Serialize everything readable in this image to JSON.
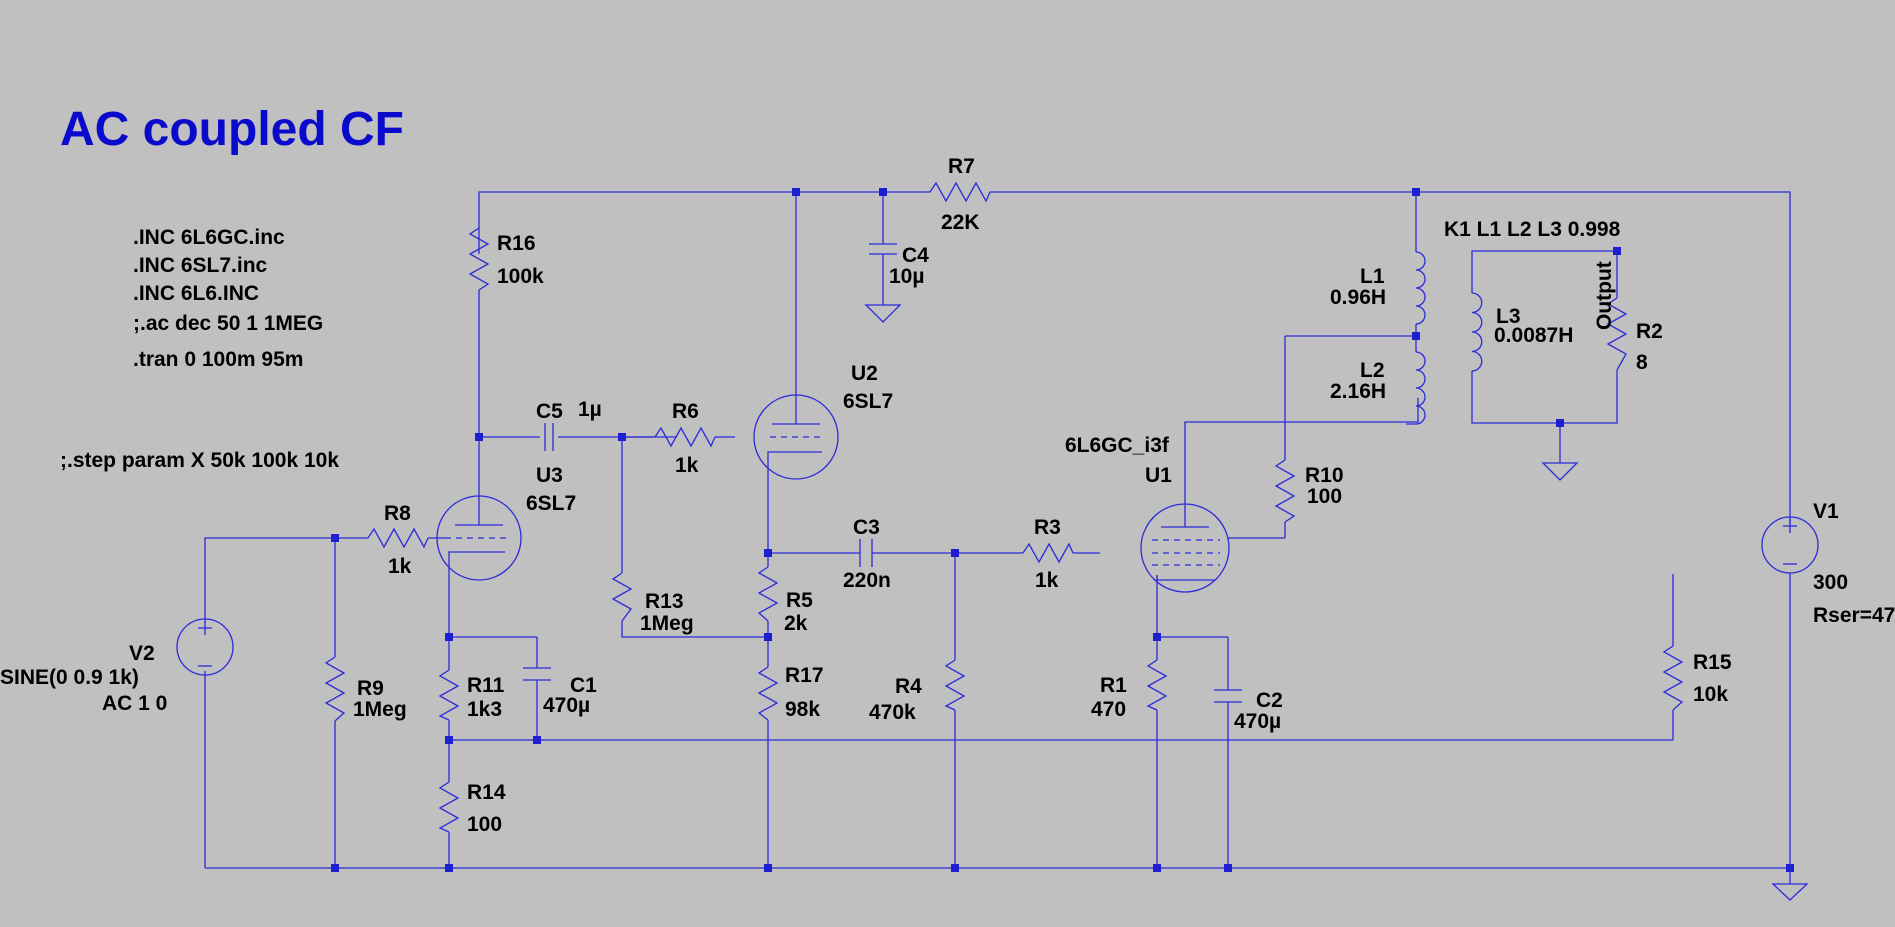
{
  "title": "AC coupled CF",
  "directives": [
    ".INC 6L6GC.inc",
    ".INC 6SL7.inc",
    ".INC 6L6.INC",
    ";.ac dec 50 1 1MEG",
    ".tran 0 100m 95m"
  ],
  "step_directive": ";.step param X 50k 100k 10k",
  "coupling_directive": "K1 L1 L2 L3 0.998",
  "net_label": "Output",
  "components": {
    "R1": {
      "name": "R1",
      "value": "470"
    },
    "R2": {
      "name": "R2",
      "value": "8"
    },
    "R3": {
      "name": "R3",
      "value": "1k"
    },
    "R4": {
      "name": "R4",
      "value": "470k"
    },
    "R5": {
      "name": "R5",
      "value": "2k"
    },
    "R6": {
      "name": "R6",
      "value": "1k"
    },
    "R7": {
      "name": "R7",
      "value": "22K"
    },
    "R8": {
      "name": "R8",
      "value": "1k"
    },
    "R9": {
      "name": "R9",
      "value": "1Meg"
    },
    "R10": {
      "name": "R10",
      "value": "100"
    },
    "R11": {
      "name": "R11",
      "value": "1k3"
    },
    "R13": {
      "name": "R13",
      "value": "1Meg"
    },
    "R14": {
      "name": "R14",
      "value": "100"
    },
    "R15": {
      "name": "R15",
      "value": "10k"
    },
    "R16": {
      "name": "R16",
      "value": "100k"
    },
    "R17": {
      "name": "R17",
      "value": "98k"
    },
    "C1": {
      "name": "C1",
      "value": "470µ"
    },
    "C2": {
      "name": "C2",
      "value": "470µ"
    },
    "C3": {
      "name": "C3",
      "value": "220n"
    },
    "C4": {
      "name": "C4",
      "value": "10µ"
    },
    "C5": {
      "name": "C5",
      "value": "1µ"
    },
    "L1": {
      "name": "L1",
      "value": "0.96H"
    },
    "L2": {
      "name": "L2",
      "value": "2.16H"
    },
    "L3": {
      "name": "L3",
      "value": "0.0087H"
    },
    "U1": {
      "name": "U1",
      "value": "6L6GC_i3f"
    },
    "U2": {
      "name": "U2",
      "value": "6SL7"
    },
    "U3": {
      "name": "U3",
      "value": "6SL7"
    },
    "V1": {
      "name": "V1",
      "value": "300",
      "extra": "Rser=47"
    },
    "V2": {
      "name": "V2",
      "value": "SINE(0 0.9 1k)",
      "extra": "AC 1 0"
    }
  },
  "colors": {
    "background": "#c0c0c0",
    "wire": "#2b2bd9",
    "title": "#0a0acc",
    "text": "#000000"
  }
}
